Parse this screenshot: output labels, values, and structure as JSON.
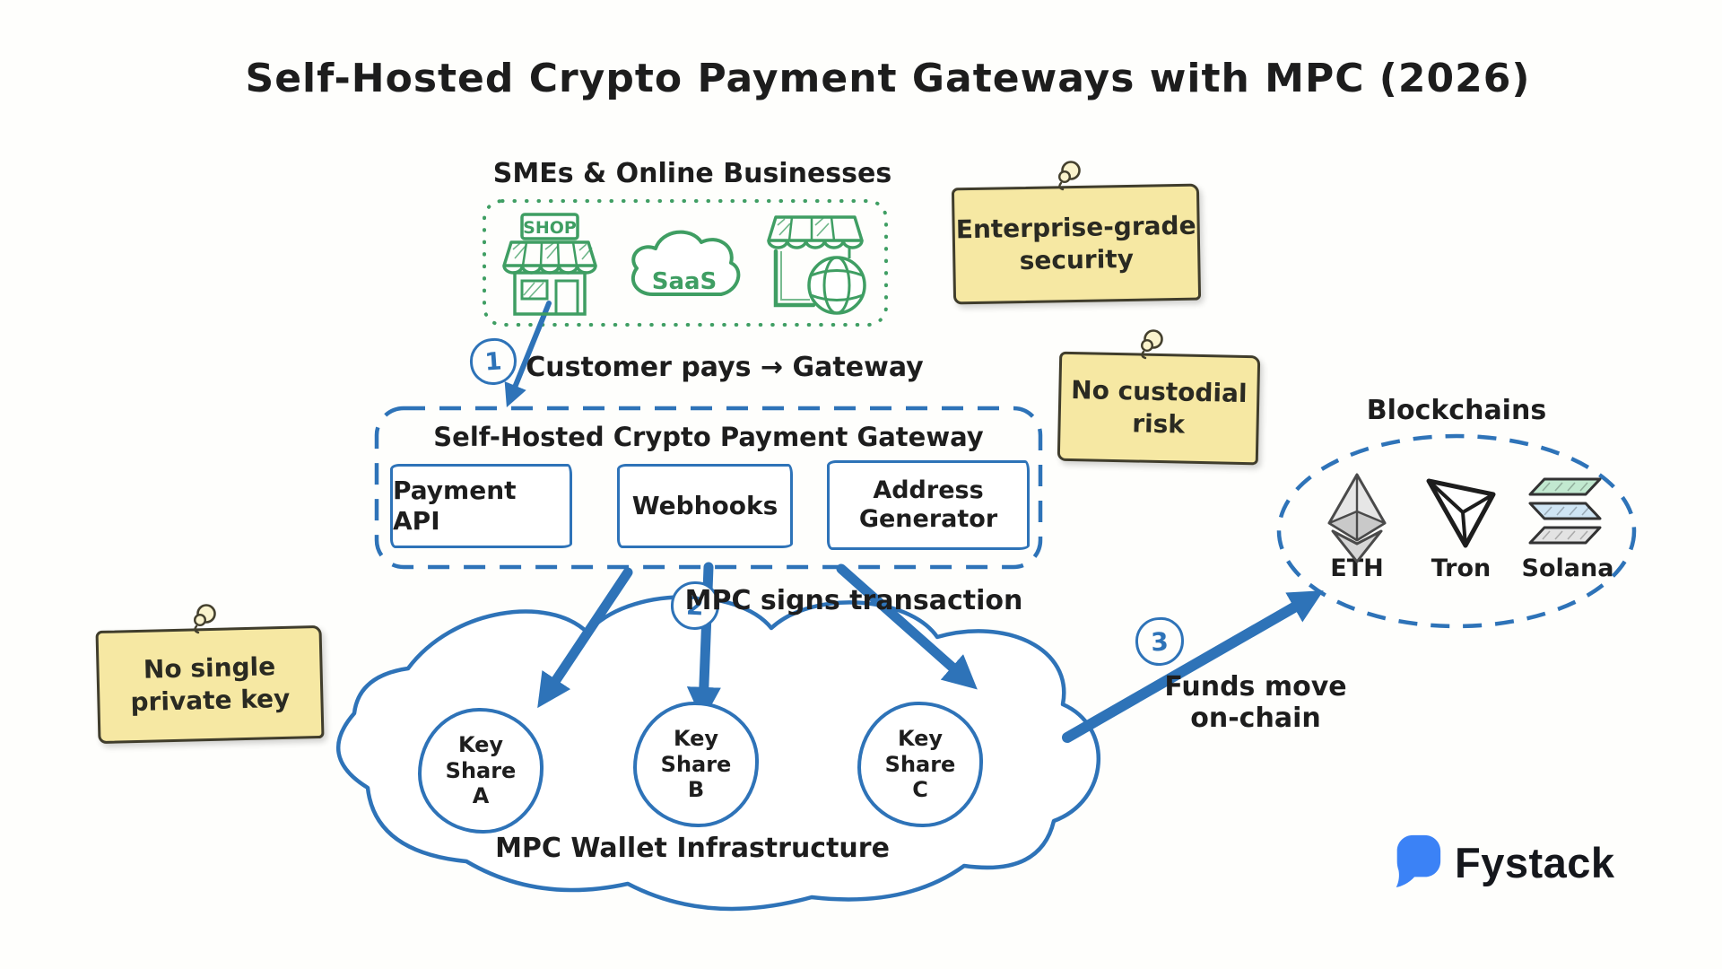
{
  "title": "Self-Hosted Crypto Payment Gateways with MPC (2026)",
  "smes": {
    "label": "SMEs & Online Businesses",
    "shop_sign": "SHOP",
    "saas_label": "SaaS"
  },
  "steps": {
    "one": {
      "num": "1",
      "label": "Customer pays → Gateway"
    },
    "two": {
      "num": "2",
      "label": "MPC signs transaction"
    },
    "three": {
      "num": "3",
      "label": "Funds move\non-chain"
    }
  },
  "gateway": {
    "title": "Self-Hosted Crypto Payment Gateway",
    "components": {
      "api": "Payment API",
      "webhooks": "Webhooks",
      "address": "Address\nGenerator"
    }
  },
  "notes": {
    "enterprise": "Enterprise-grade\nsecurity",
    "custodial": "No custodial\nrisk",
    "private_key": "No single\nprivate key"
  },
  "mpc": {
    "label": "MPC Wallet Infrastructure",
    "key_shares": {
      "a": "Key\nShare\nA",
      "b": "Key\nShare\nB",
      "c": "Key\nShare\nC"
    }
  },
  "blockchains": {
    "label": "Blockchains",
    "chains": {
      "eth": "ETH",
      "tron": "Tron",
      "solana": "Solana"
    }
  },
  "brand": {
    "name": "Fystack"
  },
  "colors": {
    "ink_blue": "#2e73b8",
    "green": "#3f9e63",
    "sticky_yellow": "#f6e8a3",
    "brand_blue": "#3b82f6"
  }
}
